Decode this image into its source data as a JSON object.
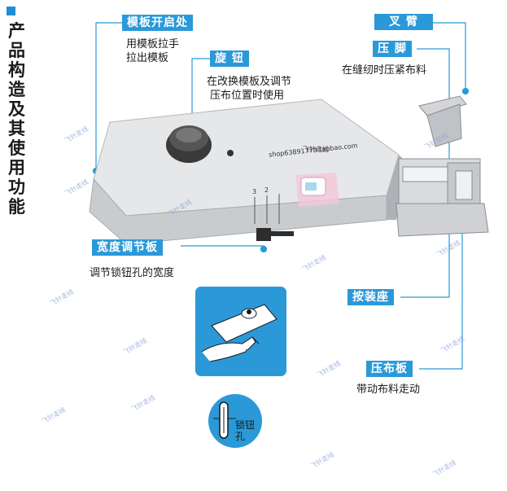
{
  "side_title": "产品构造及其使用功能",
  "labels": {
    "template_switch": {
      "tag": "模板开启处",
      "caption_line1": "用模板拉手",
      "caption_line2": "拉出模板"
    },
    "knob": {
      "tag": "旋 钮",
      "caption_line1": "在改换模板及调节",
      "caption_line2": "压布位置时使用"
    },
    "fork_arm": {
      "tag": "叉 臂"
    },
    "presser_foot": {
      "tag": "压 脚",
      "caption": "在缝纫时压紧布料"
    },
    "width_plate": {
      "tag": "宽度调节板",
      "caption": "调节锁钮孔的宽度"
    },
    "mount_seat": {
      "tag": "按装座"
    },
    "feed_plate": {
      "tag": "压布板",
      "caption": "带动布料走动"
    }
  },
  "buttonhole_label": "锁钮孔",
  "shop_watermark": "shop63891779.taobao.com",
  "logo_watermark": "飞针走线",
  "tiled_watermark": "飞针走线",
  "colors": {
    "accent": "#2b99d8",
    "leader_line": "#2b99d8",
    "machine_body": "#c9cccf",
    "machine_top": "#e6e7e9"
  }
}
